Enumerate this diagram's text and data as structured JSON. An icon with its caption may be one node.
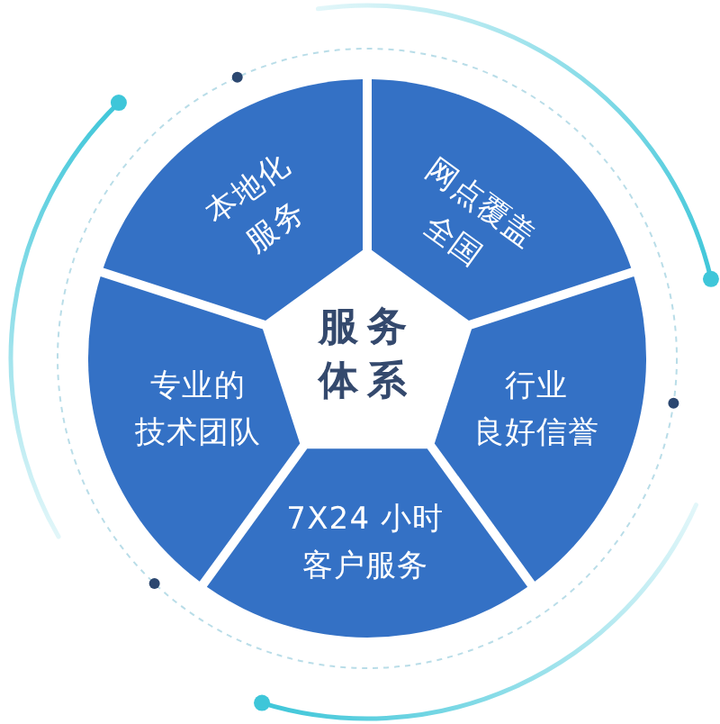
{
  "diagram": {
    "nodes": [
      {
        "text": [
          "本地化服务"
        ]
      },
      {
        "text": [
          "网点覆盖全国"
        ]
      },
      {
        "text": [
          "服务体系"
        ]
      },
      {
        "text": [
          "专业的技术团队"
        ]
      },
      {
        "text": [
          "行业良好信誉"
        ]
      },
      {
        "text": [
          "7X24 小时客户服务"
        ]
      }
    ]
  }
}
